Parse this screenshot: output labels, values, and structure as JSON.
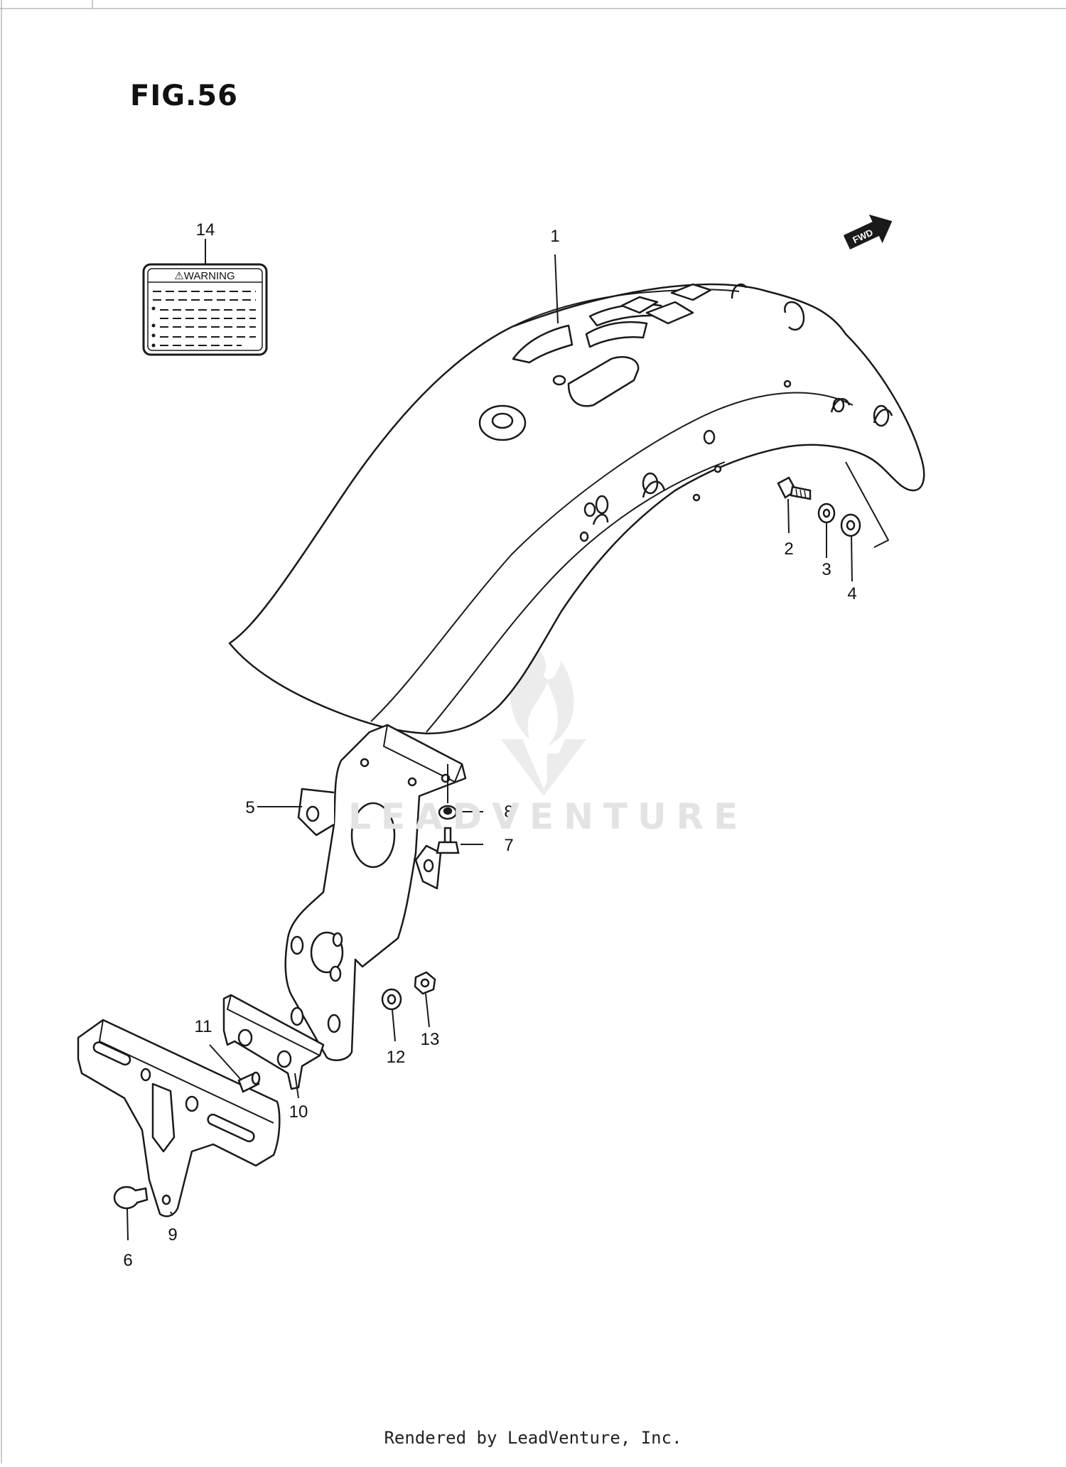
{
  "figure": {
    "title": "FIG.56",
    "footer": "Rendered by LeadVenture, Inc.",
    "watermark": "LEADVENTURE",
    "fwd_label": "FWD",
    "warning_label_title": "⚠WARNING"
  },
  "callouts": [
    "1",
    "2",
    "3",
    "4",
    "5",
    "6",
    "7",
    "8",
    "9",
    "10",
    "11",
    "12",
    "13",
    "14"
  ],
  "colors": {
    "line": "#1a1a1a",
    "watermark": "#e3e3e3",
    "background": "#ffffff"
  }
}
